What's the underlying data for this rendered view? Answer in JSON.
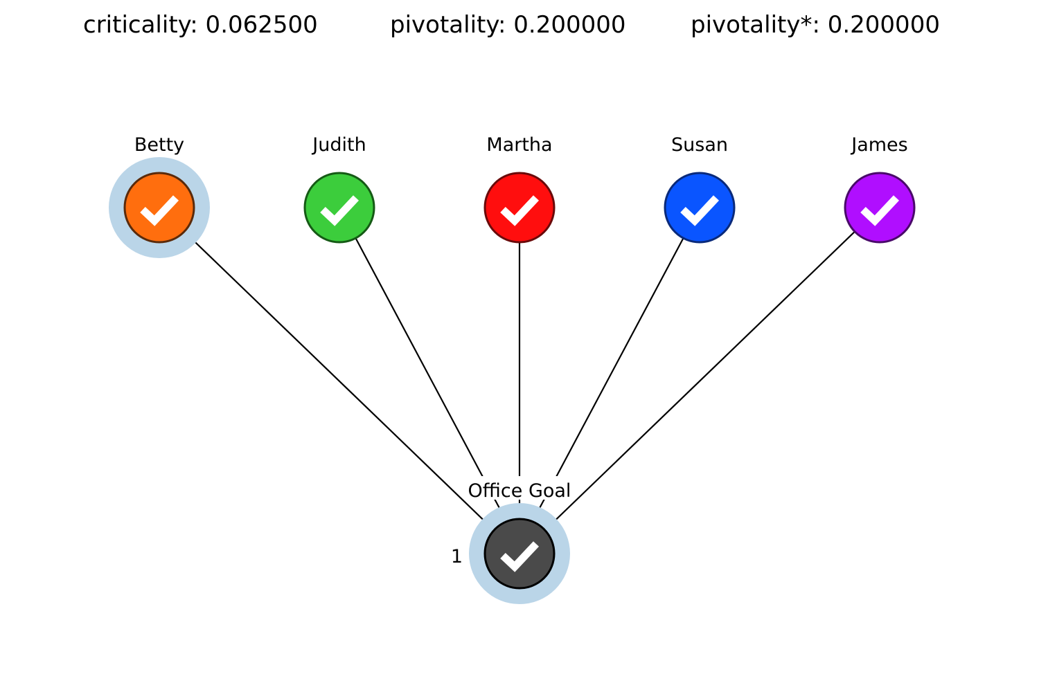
{
  "metrics": {
    "criticality": "criticality: 0.062500",
    "pivotality": "pivotality: 0.200000",
    "pivotality_star": "pivotality*: 0.200000"
  },
  "agents": [
    {
      "name": "Betty",
      "fill": "#ff6e0e",
      "stroke": "#5a2a0a",
      "highlighted": true,
      "icon": "check-icon"
    },
    {
      "name": "Judith",
      "fill": "#3ccd3c",
      "stroke": "#155a15",
      "highlighted": false,
      "icon": "check-icon"
    },
    {
      "name": "Martha",
      "fill": "#ff0e0e",
      "stroke": "#6a0a0a",
      "highlighted": false,
      "icon": "check-icon"
    },
    {
      "name": "Susan",
      "fill": "#0a55ff",
      "stroke": "#0a2a7a",
      "highlighted": false,
      "icon": "check-icon"
    },
    {
      "name": "James",
      "fill": "#b00eff",
      "stroke": "#4a0a6a",
      "highlighted": false,
      "icon": "check-icon"
    }
  ],
  "goal": {
    "name": "Office Goal",
    "threshold": "1",
    "fill": "#4a4a4a",
    "stroke": "#000000",
    "highlighted": true,
    "icon": "check-icon"
  },
  "colors": {
    "highlight": "#bad5e8",
    "edge": "#000000",
    "arrowhead": "#0a2033",
    "check": "#ffffff"
  }
}
